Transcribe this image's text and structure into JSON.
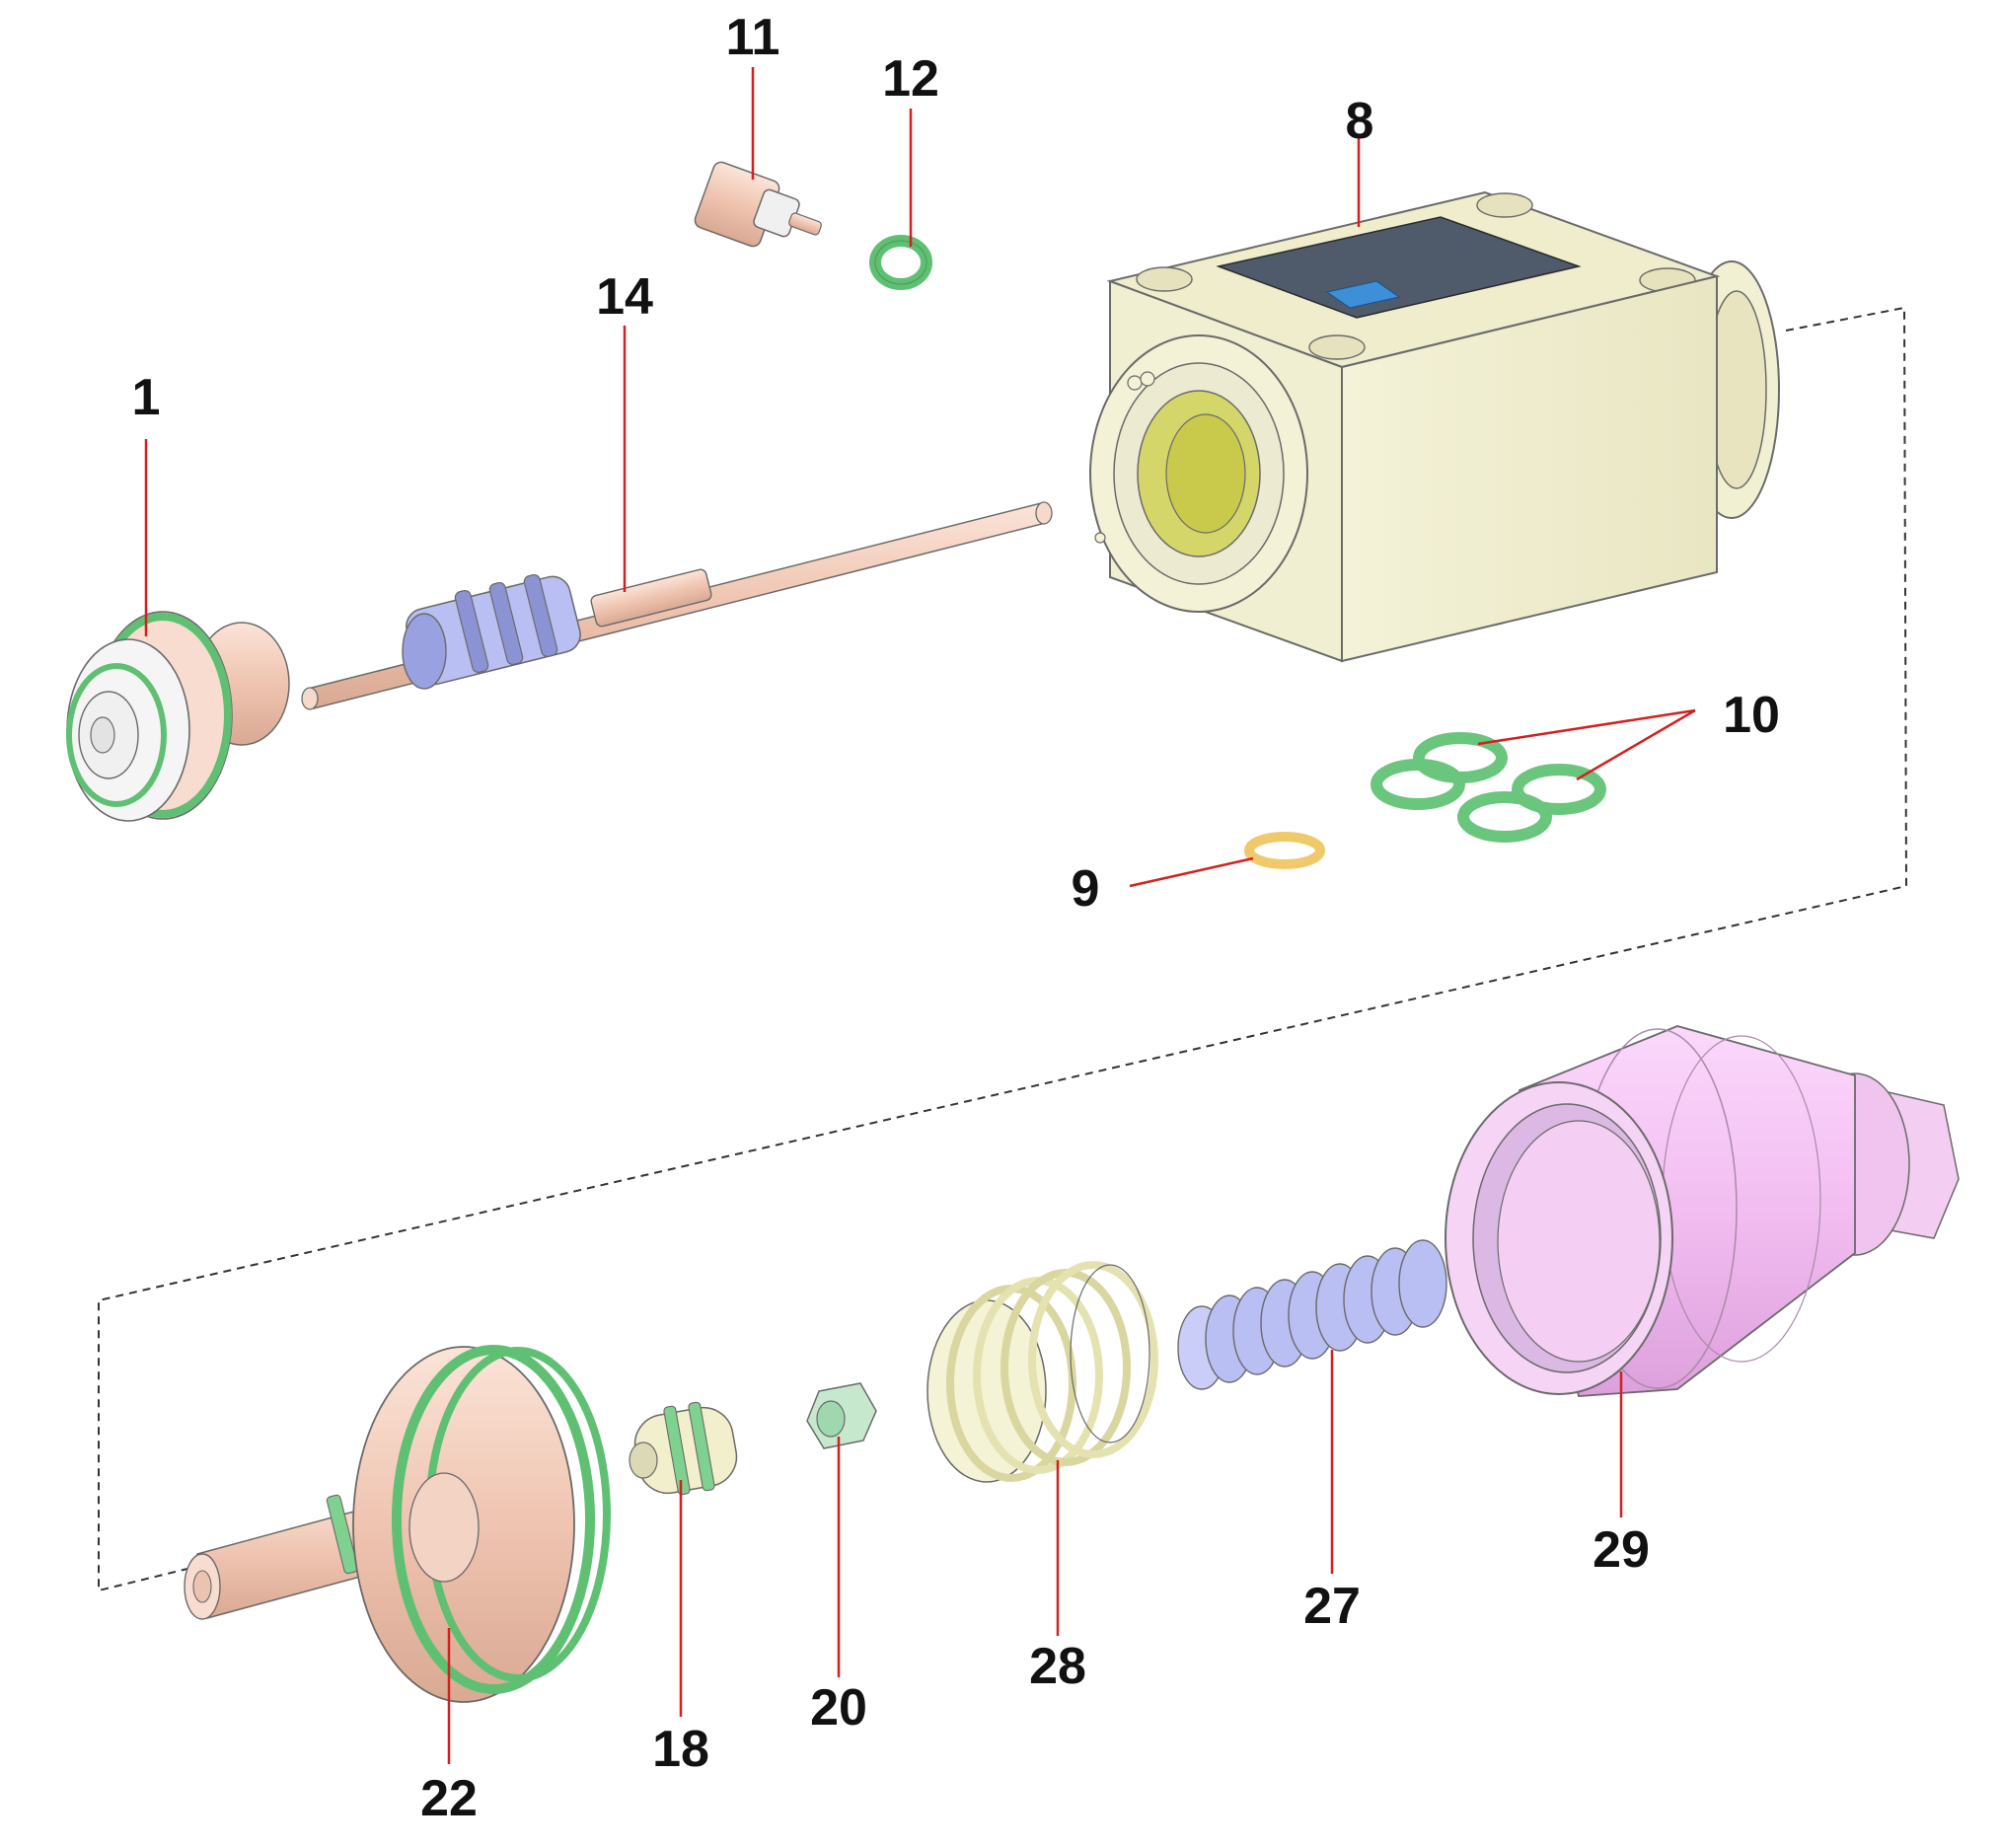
{
  "diagram": {
    "type": "exploded-parts-view",
    "colors": {
      "leader": "#d42020",
      "label": "#111111",
      "housing": "#f2f0cf",
      "oring_green": "#7fd18f",
      "oring_yellow": "#f2d27a",
      "copper": "#efc7b4",
      "lilac": "#b9bff2",
      "spring_cream": "#f1f0c6",
      "pink": "#f3c3f2"
    },
    "parts": [
      {
        "id": "p1",
        "label": "1"
      },
      {
        "id": "p8",
        "label": "8"
      },
      {
        "id": "p9",
        "label": "9"
      },
      {
        "id": "p10",
        "label": "10"
      },
      {
        "id": "p11",
        "label": "11"
      },
      {
        "id": "p12",
        "label": "12"
      },
      {
        "id": "p14",
        "label": "14"
      },
      {
        "id": "p18",
        "label": "18"
      },
      {
        "id": "p20",
        "label": "20"
      },
      {
        "id": "p22",
        "label": "22"
      },
      {
        "id": "p27",
        "label": "27"
      },
      {
        "id": "p28",
        "label": "28"
      },
      {
        "id": "p29",
        "label": "29"
      }
    ]
  }
}
